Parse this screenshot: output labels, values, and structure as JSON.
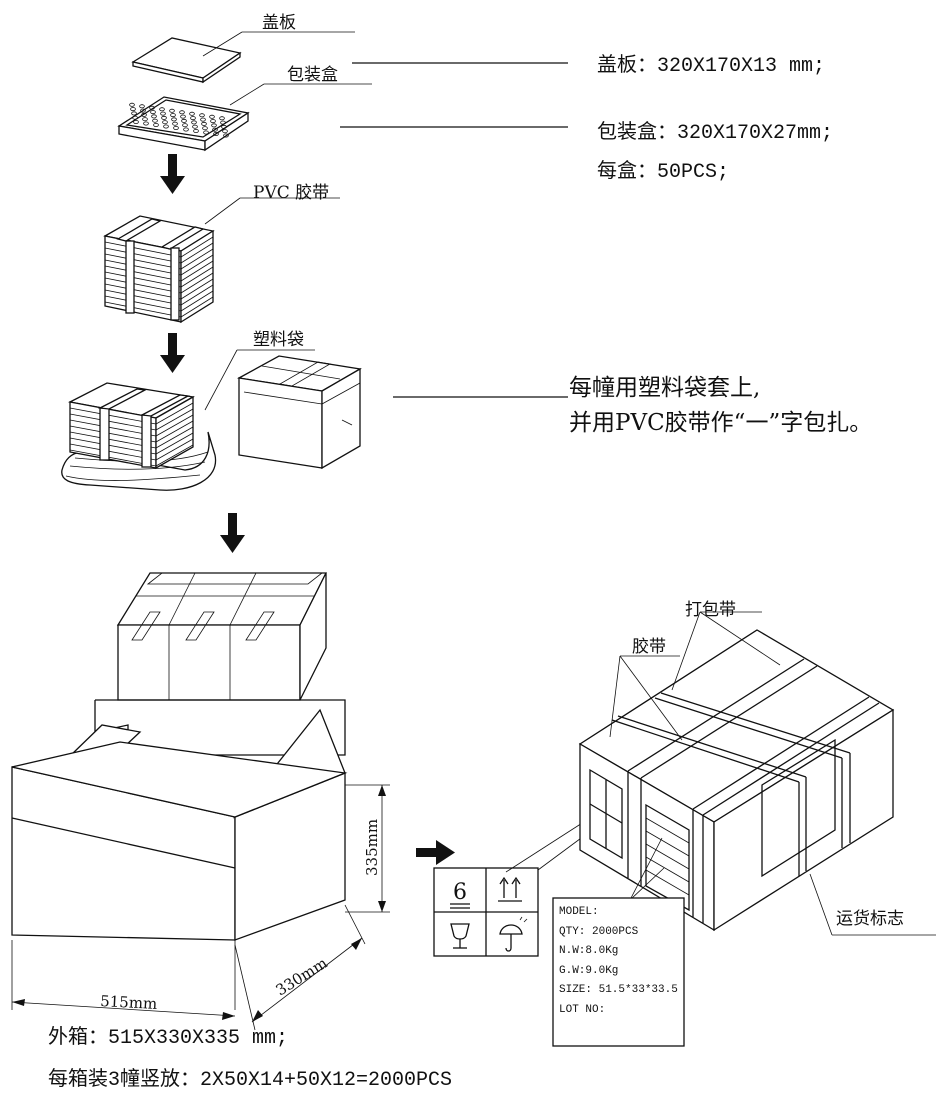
{
  "labels": {
    "cover_board": "盖板",
    "packing_box": "包装盒",
    "pvc_tape": "PVC 胶带",
    "plastic_bag": "塑料袋",
    "tape": "胶带",
    "strapping_band": "打包带",
    "shipping_mark": "运货标志"
  },
  "specs": {
    "cover_board": "盖板：320X170X13 mm;",
    "packing_box": "包装盒：320X170X27mm;",
    "per_box": "每盒：50PCS;",
    "bag_line1": "每幢用塑料袋套上,",
    "bag_line2": "并用PVC胶带作“一”字包扎。",
    "outer_box": "外箱：515X330X335 mm;",
    "per_carton": "每箱装3幢竖放：2X50X14+50X12=2000PCS"
  },
  "dimensions": {
    "length": "515mm",
    "width": "330mm",
    "height": "335mm"
  },
  "handling_marks": {
    "stack_limit": "6"
  },
  "carton_label": {
    "model": "MODEL:",
    "qty": "QTY: 2000PCS",
    "net_weight": "N.W:8.0Kg",
    "gross_weight": "G.W:9.0Kg",
    "size": "SIZE: 51.5*33*33.5",
    "lot_no": "LOT NO:"
  }
}
